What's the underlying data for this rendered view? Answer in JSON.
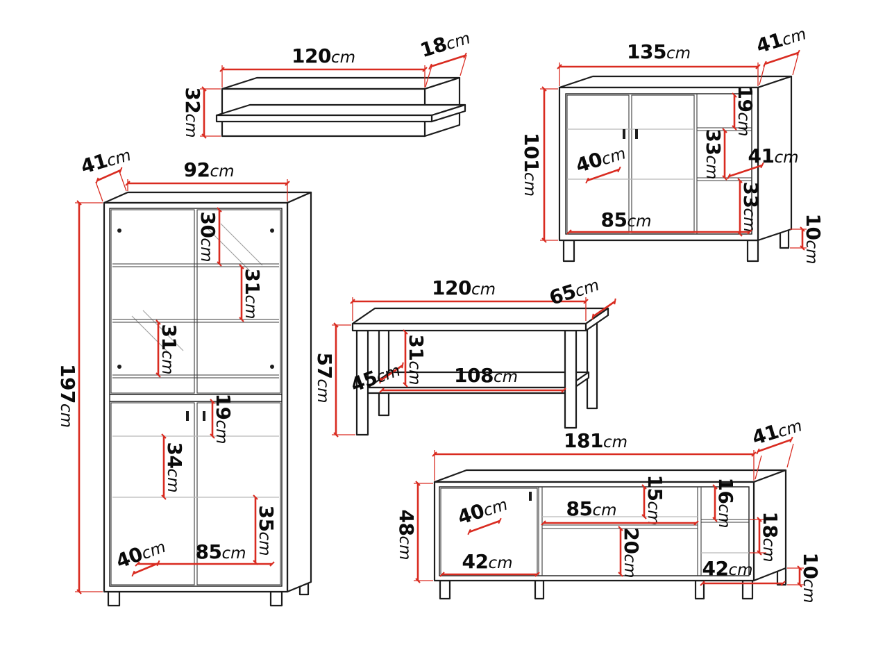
{
  "unit": "cm",
  "colors": {
    "dimension_red": "#d92b20",
    "outline_black": "#1c1c1c"
  },
  "diagram": {
    "wall_shelf": {
      "width": "120",
      "depth": "18",
      "height": "32"
    },
    "sideboard": {
      "width": "135",
      "depth": "41",
      "height": "101",
      "right_top_gap": "19",
      "right_upper_gap": "33",
      "inner_depth": "41",
      "right_lower_gap": "33",
      "door_depth": "40",
      "inner_width": "85",
      "leg_height": "10"
    },
    "display_cabinet": {
      "depth": "41",
      "width": "92",
      "height": "197",
      "glass_top_gap": "30",
      "glass_middle_gap": "31",
      "glass_lower_gap": "31",
      "lower_top_gap": "19",
      "lower_middle_gap": "34",
      "lower_bottom_gap": "35",
      "inner_depth": "40",
      "inner_width": "85"
    },
    "coffee_table": {
      "width": "120",
      "depth": "65",
      "height": "57",
      "shelf_clearance": "31",
      "shelf_depth": "45",
      "shelf_width": "108"
    },
    "tv_stand": {
      "width": "181",
      "depth": "41",
      "height": "48",
      "door_depth": "40",
      "middle_top_gap": "15",
      "shelf_width": "85",
      "middle_bottom_gap": "20",
      "right_top_gap": "16",
      "right_middle_gap": "18",
      "left_inner_width": "42",
      "right_inner_width": "42",
      "leg_height": "10"
    }
  }
}
